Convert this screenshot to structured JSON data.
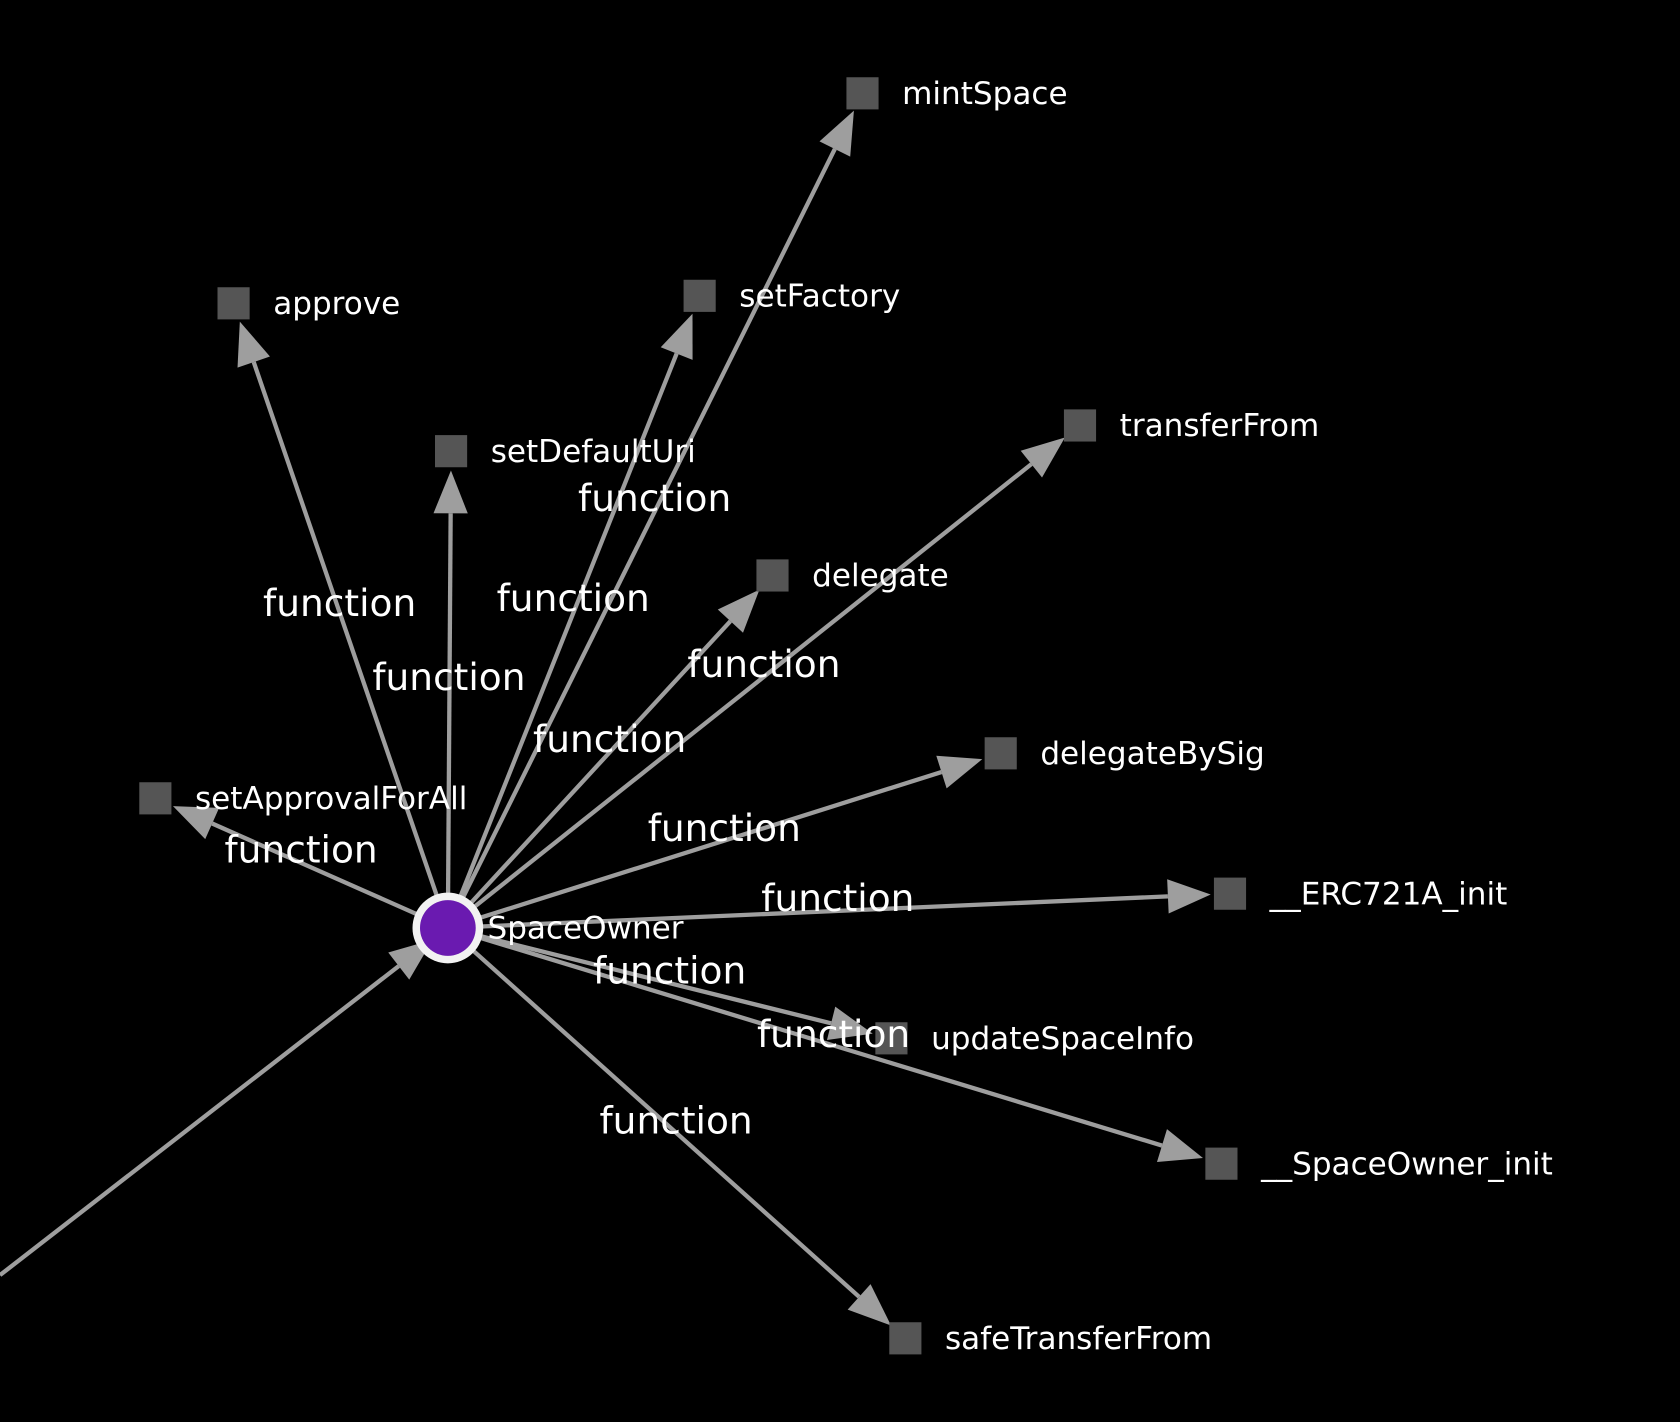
{
  "graph": {
    "center": {
      "label": "SpaceOwner",
      "color": "#6a1ab0",
      "ring_color": "#f2f2f2"
    },
    "edge_label": "function",
    "edge_color": "#9e9e9e",
    "node_color": "#555555",
    "background": "#000000",
    "nodes": [
      {
        "label": "mintSpace"
      },
      {
        "label": "approve"
      },
      {
        "label": "setFactory"
      },
      {
        "label": "setDefaultUri"
      },
      {
        "label": "transferFrom"
      },
      {
        "label": "delegate"
      },
      {
        "label": "delegateBySig"
      },
      {
        "label": "setApprovalForAll"
      },
      {
        "label": "__ERC721A_init"
      },
      {
        "label": "updateSpaceInfo"
      },
      {
        "label": "__SpaceOwner_init"
      },
      {
        "label": "safeTransferFrom"
      }
    ],
    "edges_labels": [
      "function",
      "function",
      "function",
      "function",
      "function",
      "function",
      "function",
      "function",
      "function",
      "function",
      "function",
      "function"
    ]
  }
}
